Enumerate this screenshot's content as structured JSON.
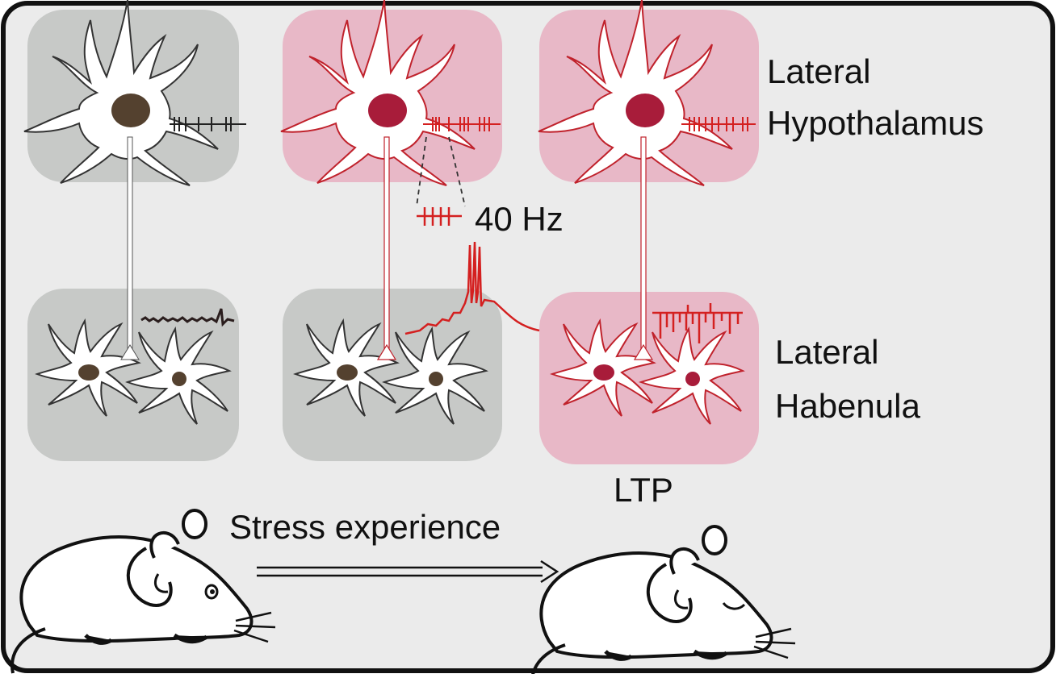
{
  "labels": {
    "region_top_line1": "Lateral",
    "region_top_line2": "Hypothalamus",
    "region_bottom_line1": "Lateral",
    "region_bottom_line2": "Habenula",
    "frequency": "40 Hz",
    "plasticity": "LTP",
    "transition": "Stress experience"
  },
  "colors": {
    "background": "#ebebeb",
    "gray_panel": "#c7c9c7",
    "pink_panel": "#e8b8c7",
    "active_red": "#d42020",
    "inactive_soma": "#54412f",
    "active_soma": "#a81c3a",
    "outline": "#222222"
  },
  "panels": [
    {
      "id": "lh-naive",
      "region": "Lateral Hypothalamus",
      "state": "inactive"
    },
    {
      "id": "lh-stimulated",
      "region": "Lateral Hypothalamus",
      "state": "active"
    },
    {
      "id": "lh-stressed",
      "region": "Lateral Hypothalamus",
      "state": "active"
    },
    {
      "id": "lhb-naive",
      "region": "Lateral Habenula",
      "state": "inactive"
    },
    {
      "id": "lhb-stimulated",
      "region": "Lateral Habenula",
      "state": "inactive"
    },
    {
      "id": "lhb-stressed",
      "region": "Lateral Habenula",
      "state": "active"
    }
  ],
  "icons": [
    "neuron-icon",
    "spike-train-icon",
    "voltage-trace-icon",
    "mouse-icon",
    "arrow-icon"
  ]
}
